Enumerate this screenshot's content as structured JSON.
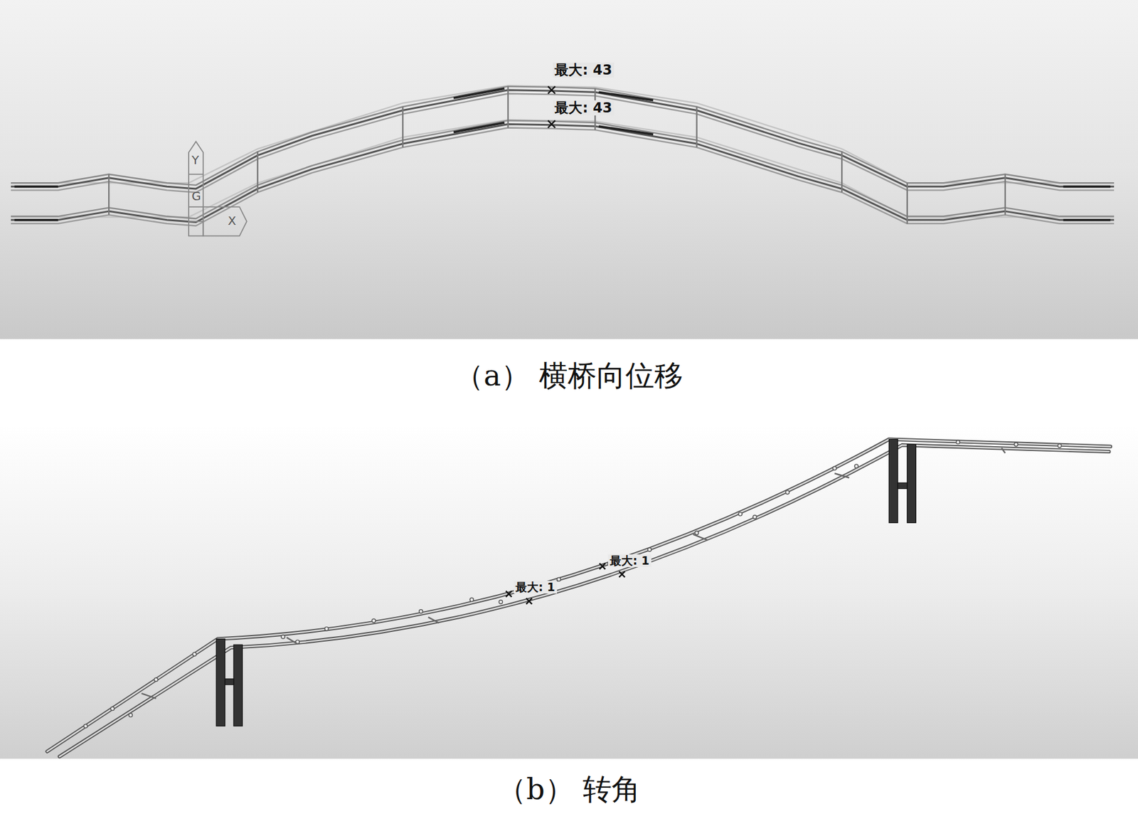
{
  "diagram": {
    "labels": [
      "最大: 43",
      "最大: 43",
      "Y",
      "G",
      "X",
      "最大: 1",
      "最大: 1",
      "（a） 横桥向位移",
      "（b） 转角"
    ]
  }
}
